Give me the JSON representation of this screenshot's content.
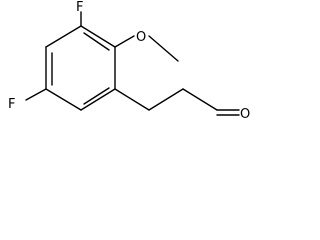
{
  "molecule": {
    "atoms": {
      "fluorine_top": "F",
      "oxygen_methoxy": "O",
      "fluorine_left": "F",
      "oxygen_aldehyde": "O"
    },
    "colors": {
      "bond": "#000000",
      "text": "#000000",
      "background": "#ffffff"
    }
  }
}
